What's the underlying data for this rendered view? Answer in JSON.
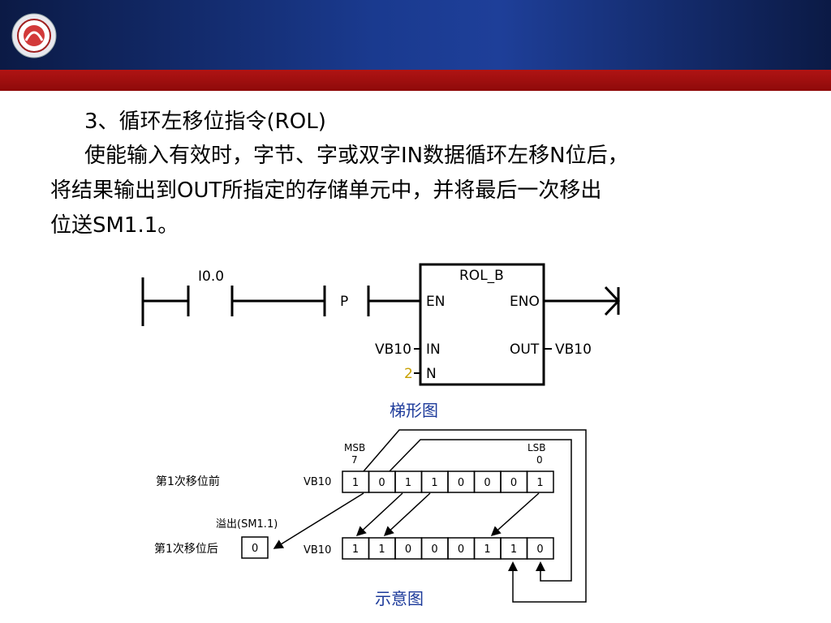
{
  "content": {
    "heading": "3、循环左移位指令(ROL)",
    "para_line1": "使能输入有效时，字节、字或双字IN数据循环左移N位后，",
    "para_line2": "将结果输出到OUT所指定的存储单元中，并将最后一次移出",
    "para_line3": "位送SM1.1。"
  },
  "ladder": {
    "contact": "I0.0",
    "p": "P",
    "block_name": "ROL_B",
    "en": "EN",
    "eno": "ENO",
    "in": "IN",
    "out": "OUT",
    "n": "N",
    "in_var": "VB10",
    "out_var": "VB10",
    "n_val": "2",
    "n_color": "#c8a000",
    "caption": "梯形图"
  },
  "schematic": {
    "msb": "MSB",
    "msb_num": "7",
    "lsb": "LSB",
    "lsb_num": "0",
    "before_label": "第1次移位前",
    "after_label": "第1次移位后",
    "reg_before": "VB10",
    "reg_after": "VB10",
    "overflow_label": "溢出(SM1.1)",
    "overflow_val": "0",
    "bits_before": [
      "1",
      "0",
      "1",
      "1",
      "0",
      "0",
      "0",
      "1"
    ],
    "bits_after": [
      "1",
      "1",
      "0",
      "0",
      "0",
      "1",
      "1",
      "0"
    ],
    "caption": "示意图"
  },
  "colors": {
    "caption": "#1c3a9a",
    "header_blue": "#1a3a8f",
    "header_red": "#a01010"
  }
}
